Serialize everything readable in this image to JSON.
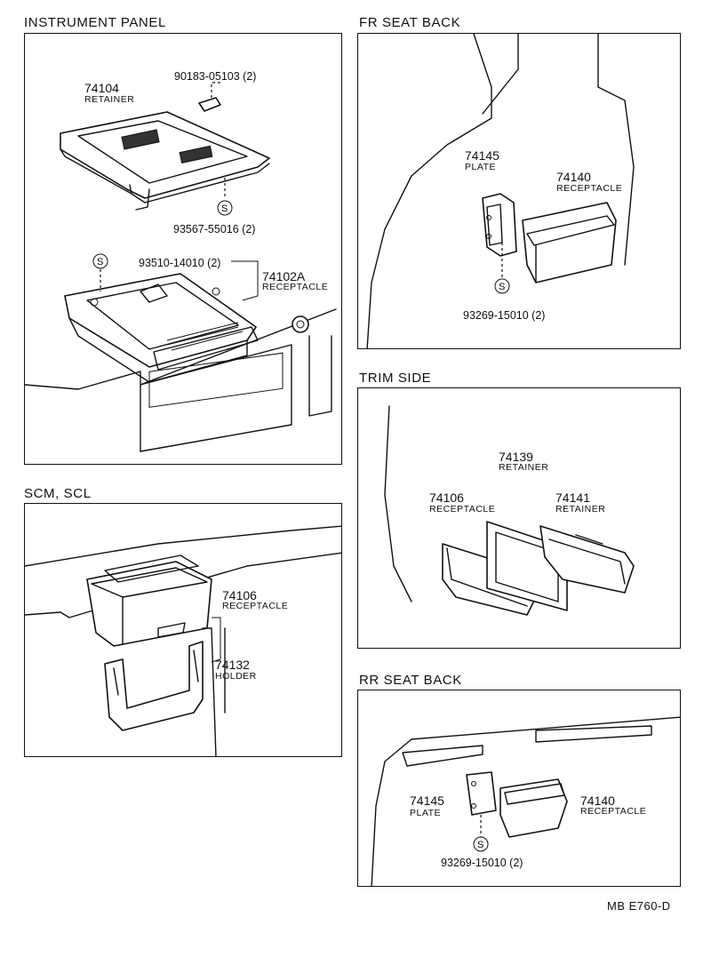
{
  "sections": {
    "instrument_panel": {
      "title": "INSTRUMENT PANEL",
      "parts": [
        {
          "number": "74104",
          "name": "RETAINER"
        },
        {
          "number": "74102A",
          "name": "RECEPTACLE"
        }
      ],
      "fasteners": [
        "90183-05103 (2)",
        "93567-55016 (2)",
        "93510-14010 (2)"
      ]
    },
    "fr_seat_back": {
      "title": "FR SEAT BACK",
      "parts": [
        {
          "number": "74145",
          "name": "PLATE"
        },
        {
          "number": "74140",
          "name": "RECEPTACLE"
        }
      ],
      "fasteners": [
        "93269-15010 (2)"
      ]
    },
    "trim_side": {
      "title": "TRIM SIDE",
      "parts": [
        {
          "number": "74139",
          "name": "RETAINER"
        },
        {
          "number": "74106",
          "name": "RECEPTACLE"
        },
        {
          "number": "74141",
          "name": "RETAINER"
        }
      ]
    },
    "scm_scl": {
      "title": "SCM, SCL",
      "parts": [
        {
          "number": "74106",
          "name": "RECEPTACLE"
        },
        {
          "number": "74132",
          "name": "HOLDER"
        }
      ]
    },
    "rr_seat_back": {
      "title": "RR SEAT BACK",
      "parts": [
        {
          "number": "74145",
          "name": "PLATE"
        },
        {
          "number": "74140",
          "name": "RECEPTACLE"
        }
      ],
      "fasteners": [
        "93269-15010 (2)"
      ]
    }
  },
  "symbols": {
    "s_marker": "S"
  },
  "footer": "MB  E760-D"
}
